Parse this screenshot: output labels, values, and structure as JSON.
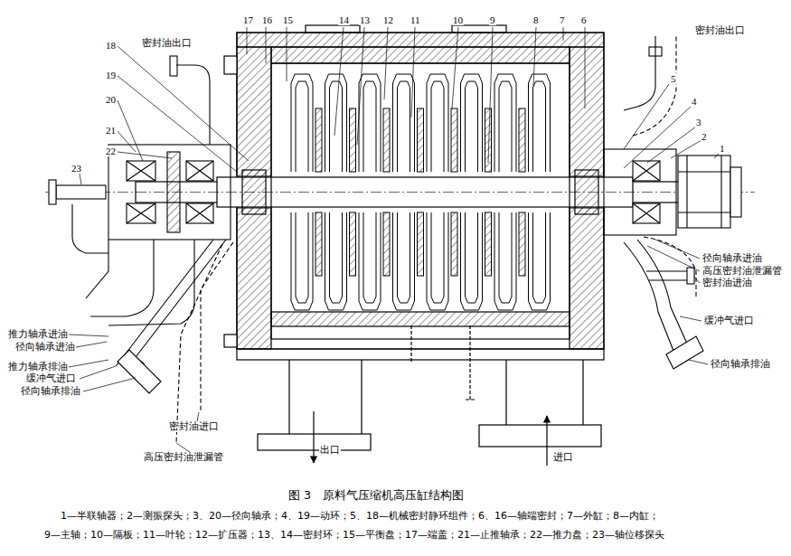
{
  "diagram": {
    "caption": "图 3　原料气压缩机高压缸结构图",
    "labels": [
      "17",
      "16",
      "15",
      "14",
      "13",
      "12",
      "11",
      "10",
      "9",
      "8",
      "7",
      "6",
      "18",
      "19",
      "20",
      "21",
      "22",
      "23",
      "5",
      "4",
      "3",
      "2",
      "1",
      "密封油出口",
      "密封油出口",
      "径向轴承进油",
      "高压密封油泄漏管",
      "密封油进油",
      "缓冲气进口",
      "径向轴承排油",
      "推力轴承进油",
      "径向轴承进油",
      "推力轴承排油",
      "缓冲气进口",
      "径向轴承排油",
      "密封油进口",
      "高压密封油泄漏管",
      "出口",
      "进口",
      "1—半联轴器；2—测振探头；3、20—径向轴承；4、19—动环；5、18—机械密封静环组件；6、16—轴端密封；7—外缸；8—内缸；",
      "9—主轴；10—隔板；11—叶轮；12—扩压器；13、14—密封环；15—平衡盘；17—端盖；21—止推轴承；22—推力盘；23—轴位移探头"
    ]
  }
}
